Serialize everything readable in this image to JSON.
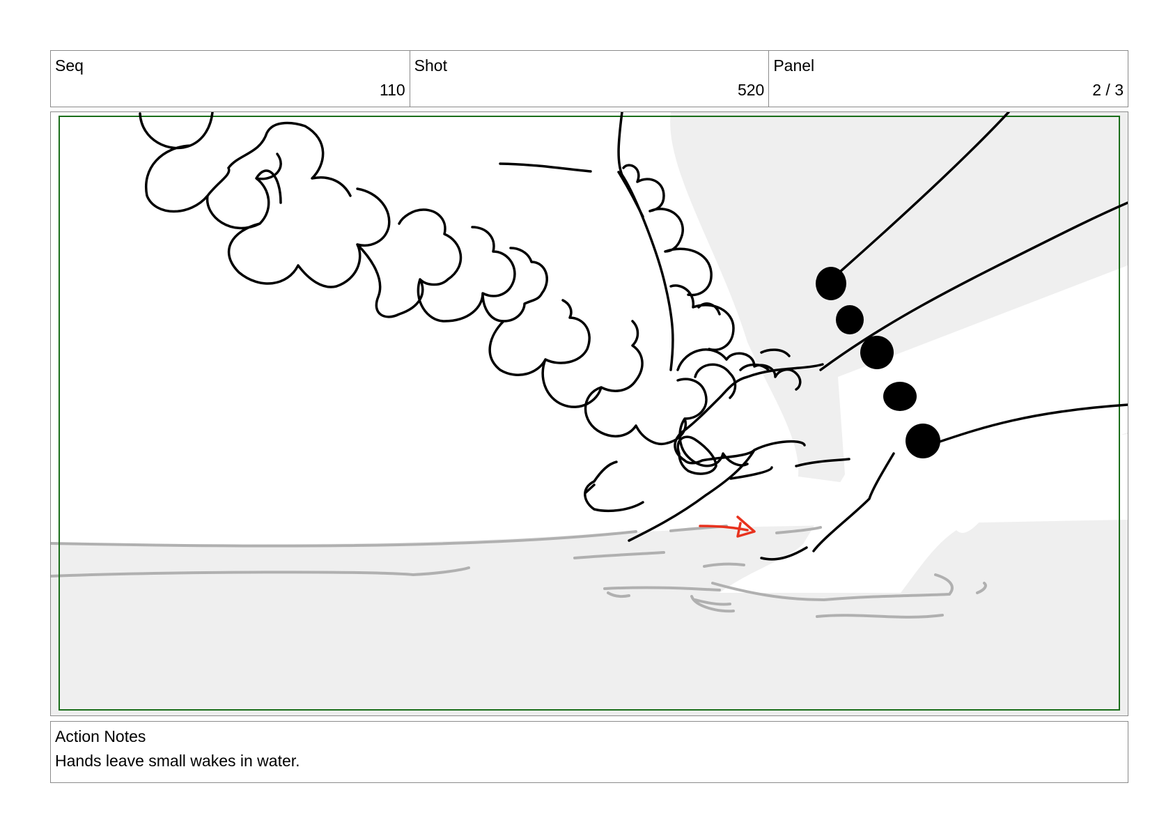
{
  "header": {
    "seq": {
      "label": "Seq",
      "value": "110"
    },
    "shot": {
      "label": "Shot",
      "value": "520"
    },
    "panel": {
      "label": "Panel",
      "value": "2 / 3"
    }
  },
  "frame": {
    "safe_area_color": "#1a6e1a",
    "water_color": "#efefef",
    "arrow_color": "#e8321e"
  },
  "notes": {
    "label": "Action Notes",
    "text": "Hands leave small wakes in water."
  }
}
